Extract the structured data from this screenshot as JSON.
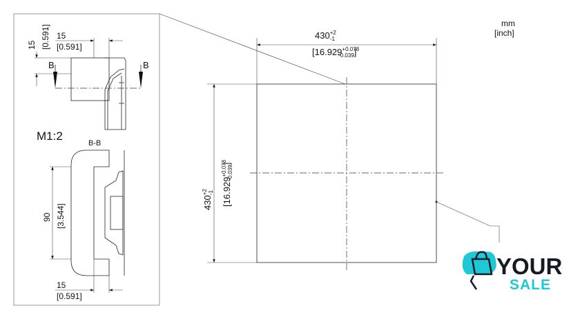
{
  "units": {
    "primary": "mm",
    "secondary": "[inch]"
  },
  "detail": {
    "scale": "M1:2",
    "section_label": "B-B",
    "section_marker": "B",
    "dim_top_vertical": {
      "mm": "15",
      "inch": "[0.591]"
    },
    "dim_top_horizontal": {
      "mm": "15",
      "inch": "[0.591]"
    },
    "dim_height": {
      "mm": "90",
      "inch": "[3.544]"
    },
    "dim_bottom_horizontal": {
      "mm": "15",
      "inch": "[0.591]"
    }
  },
  "main": {
    "width": {
      "mm": "430",
      "tol_plus": "+2",
      "tol_minus": "-1",
      "inch": "16.929",
      "inch_tol_plus": "+0.078",
      "inch_tol_minus": "-0.039"
    },
    "height": {
      "mm": "430",
      "tol_plus": "+2",
      "tol_minus": "-1",
      "inch": "16.929",
      "inch_tol_plus": "+0.078",
      "inch_tol_minus": "-0.039"
    }
  },
  "logo": {
    "line1": "YOUR",
    "line2": "SALE",
    "color_dark": "#161a22",
    "color_accent": "#1ec8d6"
  }
}
